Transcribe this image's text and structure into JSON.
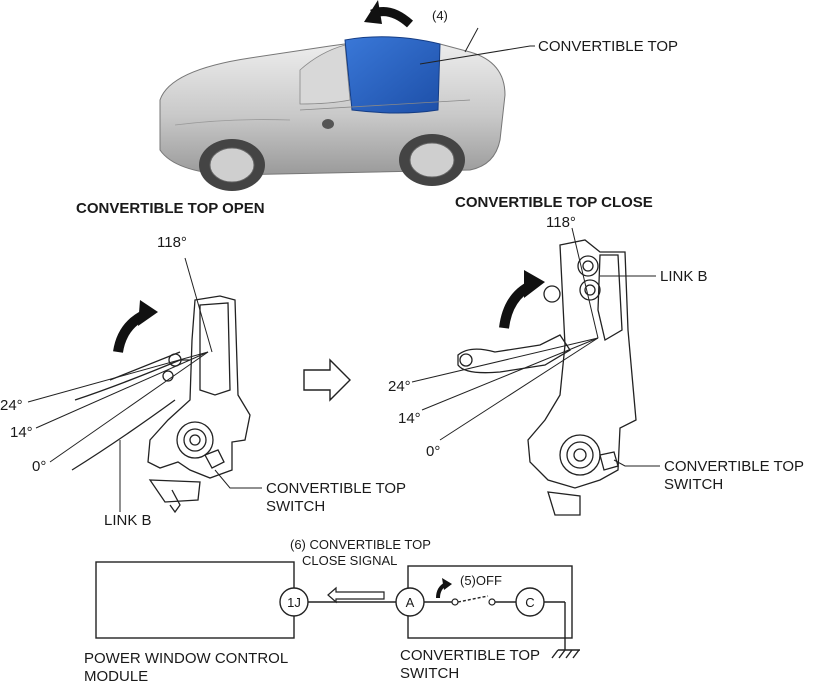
{
  "labels": {
    "arrow_step": "(4)",
    "convertible_top": "CONVERTIBLE TOP",
    "header_open": "CONVERTIBLE TOP OPEN",
    "header_close": "CONVERTIBLE TOP CLOSE",
    "angle_118_left": "118°",
    "angle_118_right": "118°",
    "link_b_right": "LINK B",
    "link_b_left": "LINK B",
    "angle_24_left": "24°",
    "angle_14_left": "14°",
    "angle_0_left": "0°",
    "angle_24_right": "24°",
    "angle_14_right": "14°",
    "angle_0_right": "0°",
    "switch_left_l1": "CONVERTIBLE TOP",
    "switch_left_l2": "SWITCH",
    "switch_right_l1": "CONVERTIBLE TOP",
    "switch_right_l2": "SWITCH"
  },
  "circuit": {
    "signal_l1": "(6) CONVERTIBLE TOP",
    "signal_l2": "CLOSE SIGNAL",
    "off_label": "(5)OFF",
    "terminal_1j": "1J",
    "terminal_a": "A",
    "terminal_c": "C",
    "module_l1": "POWER WINDOW CONTROL",
    "module_l2": "MODULE",
    "switch_l1": "CONVERTIBLE TOP",
    "switch_l2": "SWITCH"
  }
}
